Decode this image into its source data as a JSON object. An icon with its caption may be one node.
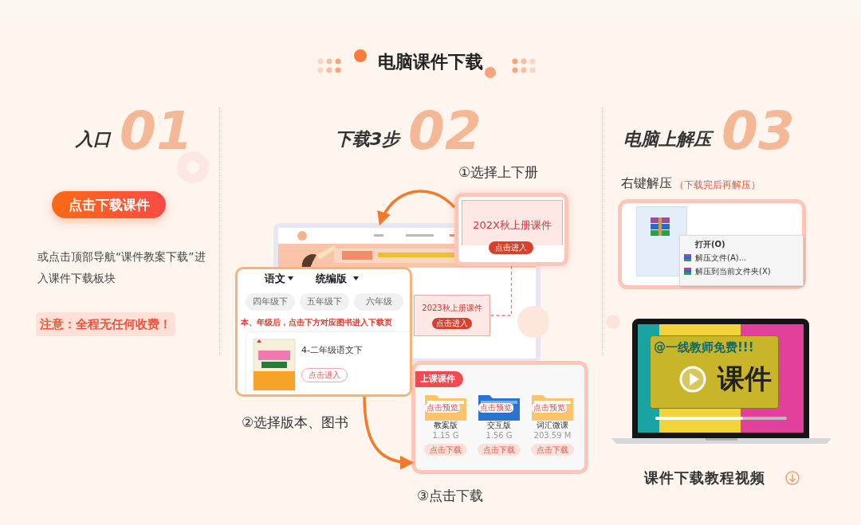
{
  "diagram": {
    "title": "电脑课件下载",
    "nodes": [
      {
        "text": [
          "点击下载课件"
        ]
      },
      {
        "text": [
          "注意：全程无任何收费！"
        ]
      },
      {
        "text": [],
        "shape": "picture"
      },
      {
        "text": [
          "2023秋上册课件",
          "点击进入"
        ],
        "in": 2
      },
      {
        "text": [
          "202X秋上册课件",
          "点击进入"
        ],
        "beside": [
          "①选择上下册"
        ]
      },
      {
        "text": [
          "语文",
          "统编版",
          "四年级下",
          "五年级下",
          "六年级",
          "本、年级后，点击下方对应图书进入下载页",
          "4-二年级语文下",
          "点击进入"
        ],
        "beside": [
          "②选择版本、图书"
        ]
      },
      {
        "text": [
          "上课课件",
          "点击预览",
          "教案版",
          "1.15 G",
          "点击下载",
          "点击预览",
          "交互版",
          "1.56 G",
          "点击下载",
          "点击预览",
          "词汇微课",
          "203.59 M",
          "点击下载"
        ],
        "beside": [
          "③点击下载"
        ]
      },
      {
        "text": [
          "打开(O)",
          "解压文件(A)...",
          "解压到当前文件夹(X)"
        ],
        "beside": [
          "右键解压",
          "（下载完后再解压）"
        ]
      },
      {
        "text": [
          "@一线教师免费!!!",
          "课件"
        ],
        "beside": [
          "课件下载教程视频"
        ]
      }
    ],
    "edges": [
      {
        "from": 4,
        "to": 2,
        "arrow": "to"
      },
      {
        "from": 4,
        "to": 3,
        "arrow": "none",
        "style": "dashed",
        "color": "#f07a6a"
      },
      {
        "from": 5,
        "to": 6,
        "arrow": "to"
      }
    ],
    "labels": [
      "01",
      "入口",
      "02",
      "下载3步",
      "03",
      "电脑上解压",
      "或点击顶部导航“课件教案下载”进入课件下载板块"
    ]
  }
}
